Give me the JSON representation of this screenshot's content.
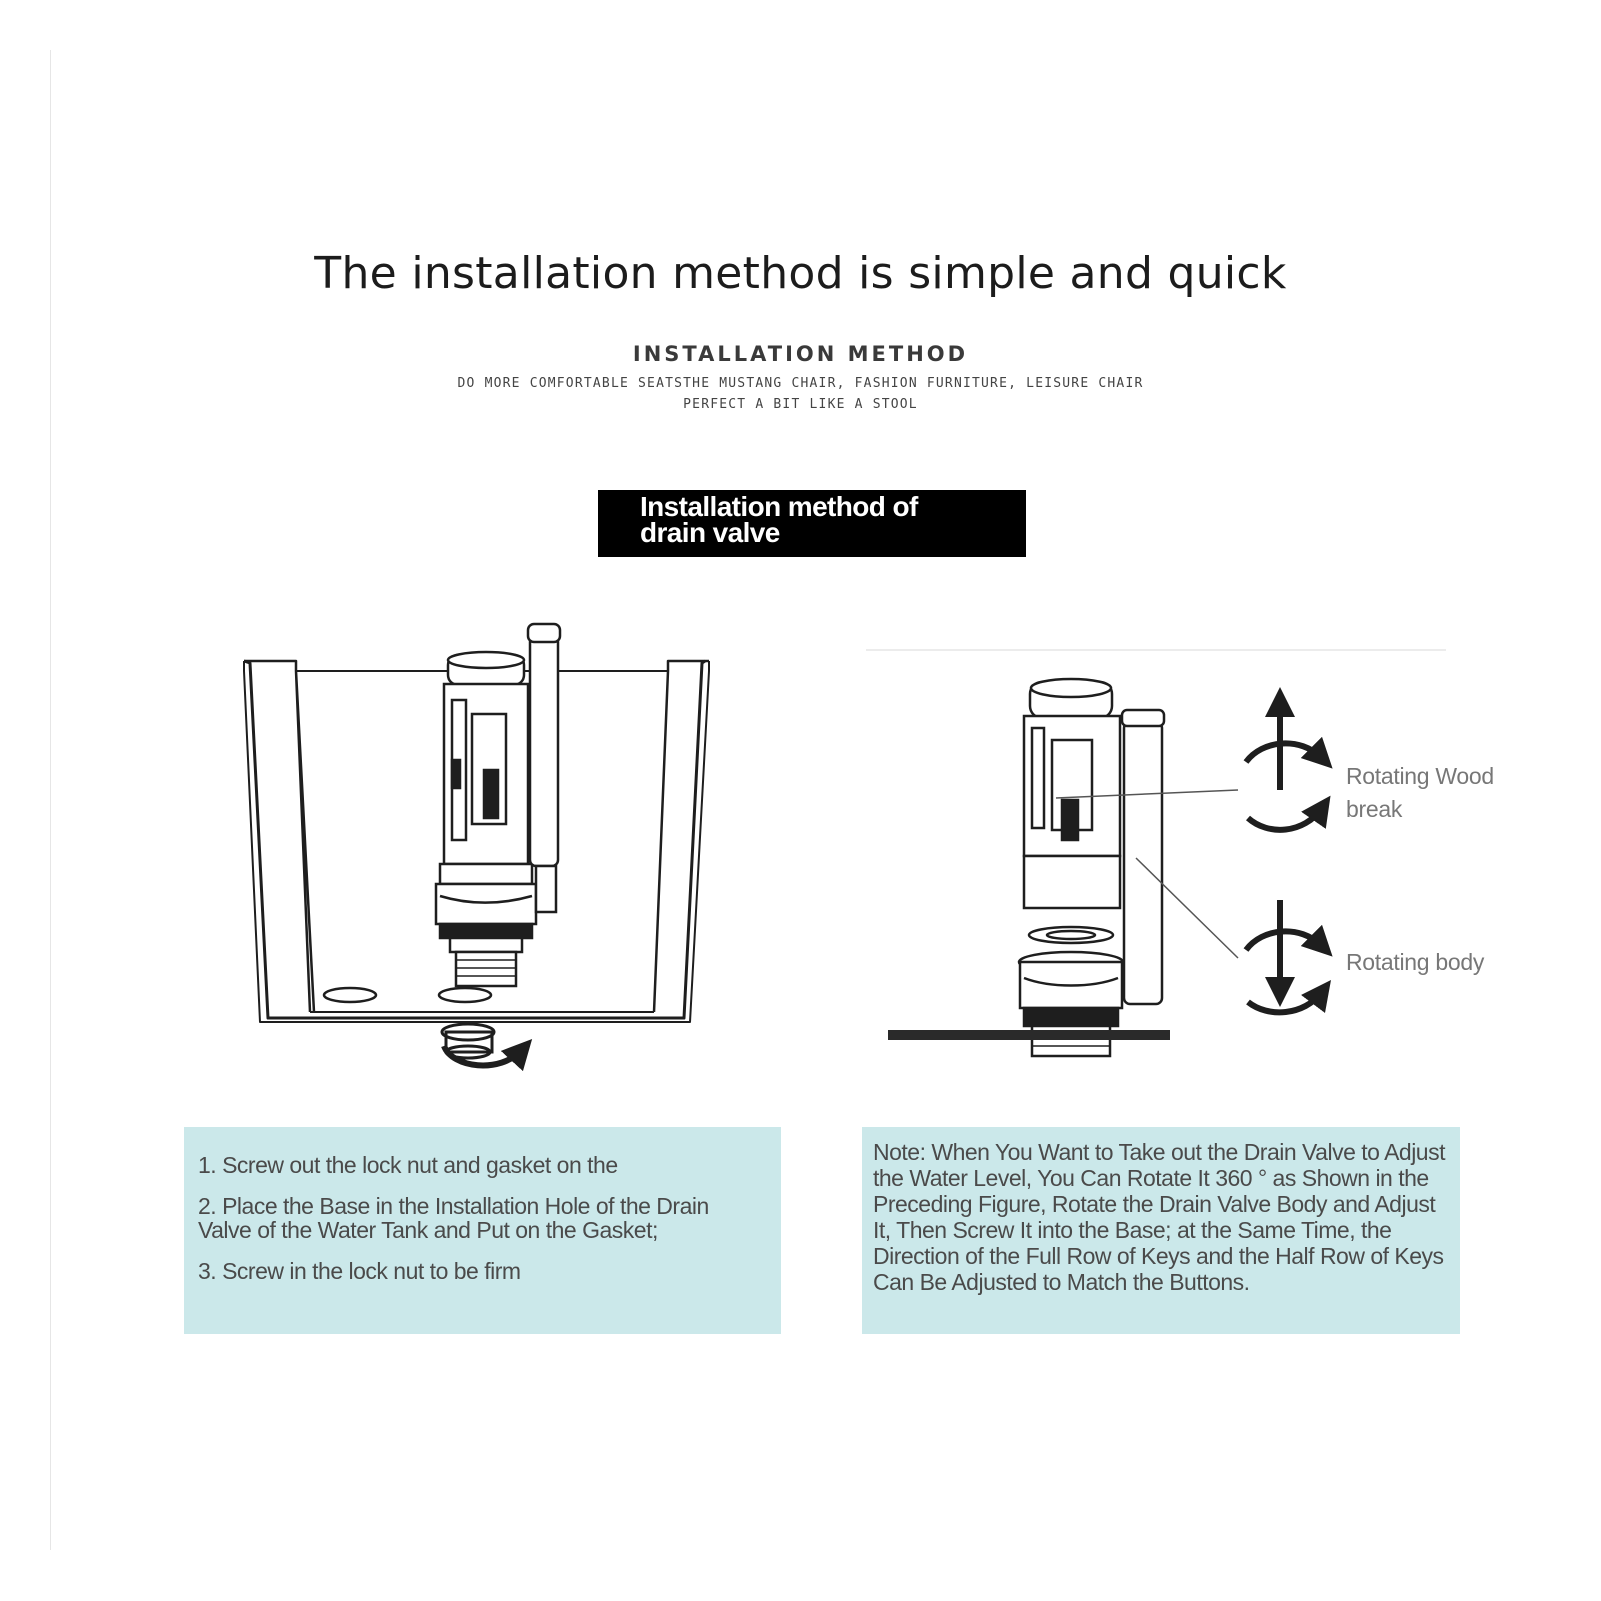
{
  "header": {
    "title": "The installation method is simple and quick",
    "subtitle": "INSTALLATION METHOD",
    "tagline_line1": "DO MORE COMFORTABLE SEATSTHE MUSTANG CHAIR, FASHION FURNITURE, LEISURE CHAIR",
    "tagline_line2": "PERFECT A BIT LIKE A STOOL"
  },
  "banner": {
    "line1": "Installation method of",
    "line2": "drain valve"
  },
  "figure_right": {
    "label_rotating_wood_line1": "Rotating Wood",
    "label_rotating_wood_line2": "break",
    "label_rotating_body": "Rotating body"
  },
  "steps": [
    "1. Screw out the lock nut and gasket on the",
    "2. Place the Base in the Installation Hole of the Drain Valve of the Water Tank and Put on the Gasket;",
    "3. Screw in the lock nut to be firm"
  ],
  "note": "Note: When You Want to Take out the Drain Valve to Adjust the Water Level, You Can Rotate It 360 ° as Shown in the Preceding Figure, Rotate the Drain Valve Body and Adjust It, Then Screw It into the Base; at the Same Time, the Direction of the Full Row of Keys and the Half Row of Keys Can Be Adjusted to Match the Buttons.",
  "colors": {
    "panel_background": "#cbe8ea",
    "banner_background": "#000000",
    "line_art": "#1e1e1e",
    "label_text": "#777777"
  }
}
